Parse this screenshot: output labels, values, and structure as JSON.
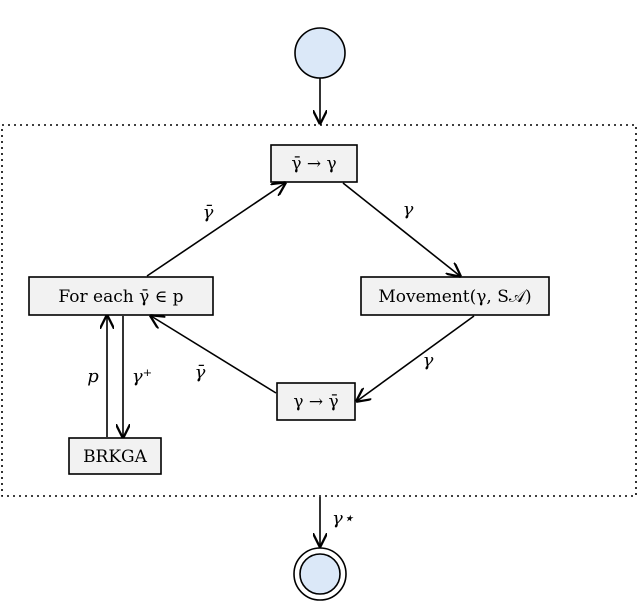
{
  "nodes": {
    "reverse": "γ̄ → γ",
    "movement": "Movement(γ, S𝒜)",
    "for_each": "For each γ̄ ∈ p",
    "forward": "γ → γ̄",
    "brkga": "BRKGA"
  },
  "edge_labels": {
    "to_reverse": "γ̄",
    "to_movement": "γ",
    "to_forward": "γ",
    "to_for_each": "γ̄",
    "p": "p",
    "gamma_plus": "γ⁺",
    "gamma_star": "γ⋆"
  },
  "colors": {
    "state_fill": "#dbe8f8",
    "box_fill": "#f2f2f2"
  }
}
